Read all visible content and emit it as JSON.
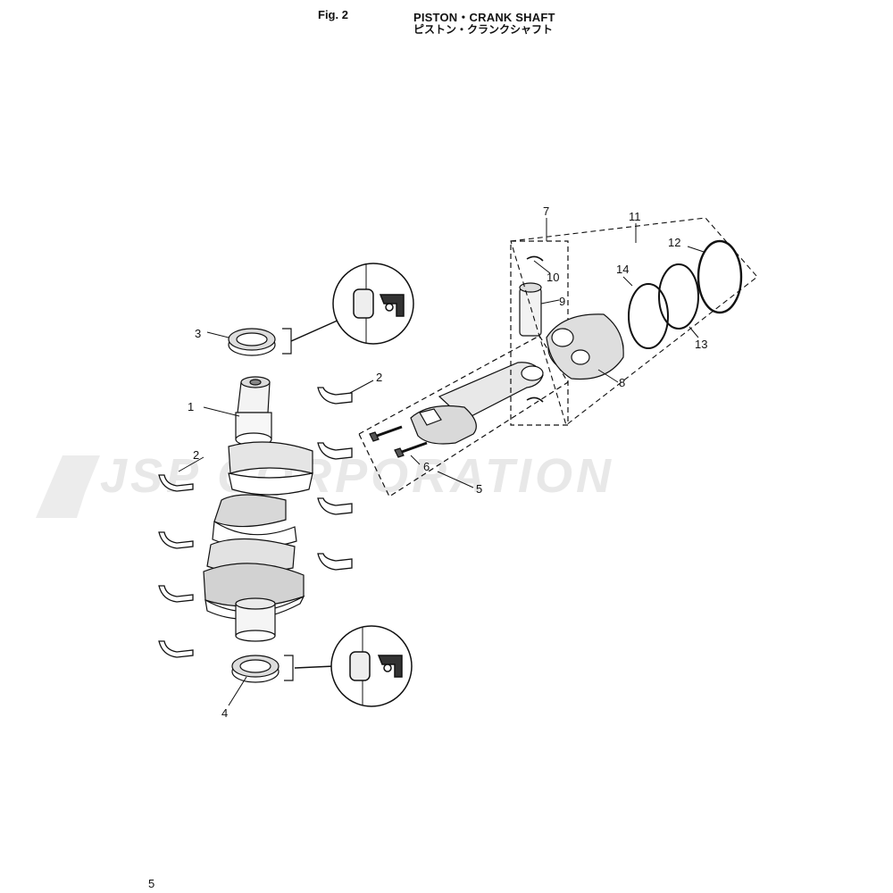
{
  "header": {
    "fig_label": "Fig. 2",
    "title_en": "PISTON・CRANK SHAFT",
    "title_jp": "ピストン・クランクシャフト"
  },
  "page_number": "5",
  "watermark": {
    "text": "JSP CORPORATION",
    "color": "#e6e6e6"
  },
  "callouts": {
    "c1": "1",
    "c2a": "2",
    "c2b": "2",
    "c3": "3",
    "c4": "4",
    "c5": "5",
    "c6": "6",
    "c7": "7",
    "c8": "8",
    "c9": "9",
    "c10": "10",
    "c11": "11",
    "c12": "12",
    "c13": "13",
    "c14": "14"
  },
  "colors": {
    "line": "#111111",
    "shade": "#cfcfcf",
    "dark": "#555555"
  }
}
